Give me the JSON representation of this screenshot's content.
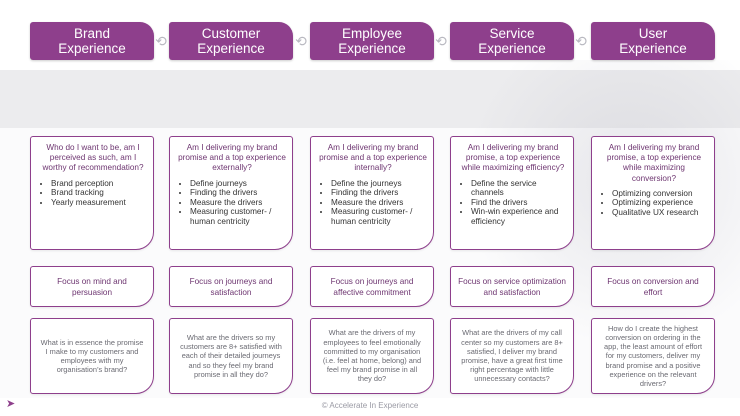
{
  "headers": [
    {
      "line1": "Brand",
      "line2": "Experience"
    },
    {
      "line1": "Customer",
      "line2": "Experience"
    },
    {
      "line1": "Employee",
      "line2": "Experience"
    },
    {
      "line1": "Service",
      "line2": "Experience"
    },
    {
      "line1": "User",
      "line2": "Experience"
    }
  ],
  "columns": [
    {
      "question": "Who do I want to be, am I perceived as such, am I worthy of recommendation?",
      "bullets": [
        "Brand perception",
        "Brand tracking",
        "Yearly measurement"
      ],
      "focus": "Focus on mind and persuasion",
      "detail": "What is in essence the promise I make to my customers and employees with my organisation’s brand?"
    },
    {
      "question": "Am I delivering my brand promise and a top experience externally?",
      "bullets": [
        "Define journeys",
        "Finding the drivers",
        "Measure the drivers",
        "Measuring customer- / human centricity"
      ],
      "focus": "Focus on journeys and satisfaction",
      "detail": "What are the drivers so my customers are 8+ satisfied with each of their detailed journeys and so they feel my brand promise in all they do?"
    },
    {
      "question": "Am I delivering my brand promise and a top experience internally?",
      "bullets": [
        "Define the journeys",
        "Finding the drivers",
        "Measure the drivers",
        "Measuring customer- / human centricity"
      ],
      "focus": "Focus on journeys and affective commitment",
      "detail": "What are the drivers of my employees to feel emotionally committed to my organisation (i.e. feel at home, belong) and feel my brand promise in all they do?"
    },
    {
      "question": "Am I delivering my brand promise, a top experience while maximizing efficiency?",
      "bullets": [
        "Define the service channels",
        "Find the drivers",
        "Win-win experience and efficiency"
      ],
      "focus": "Focus on service optimization and satisfaction",
      "detail": "What are the drivers of my call center so my customers are 8+ satisfied, I deliver my brand promise, have a great first time right percentage with little unnecessary contacts?"
    },
    {
      "question": "Am I delivering my brand promise, a top experience while maximizing conversion?",
      "bullets": [
        "Optimizing conversion",
        "Optimizing experience",
        "Qualitative UX research"
      ],
      "focus": "Focus on conversion and effort",
      "detail": "How do I create the highest conversion on ordering in the app, the least amount of effort for my customers, deliver my brand promise and a positive experience on the relevant drivers?"
    }
  ],
  "arrow_glyph": "⟲",
  "footer": "© Accelerate In Experience",
  "logo_icon": "rocket-icon",
  "colors": {
    "accent": "#8e3f8c",
    "focus_text": "#6d3570",
    "detail_text": "#6a6a72"
  }
}
